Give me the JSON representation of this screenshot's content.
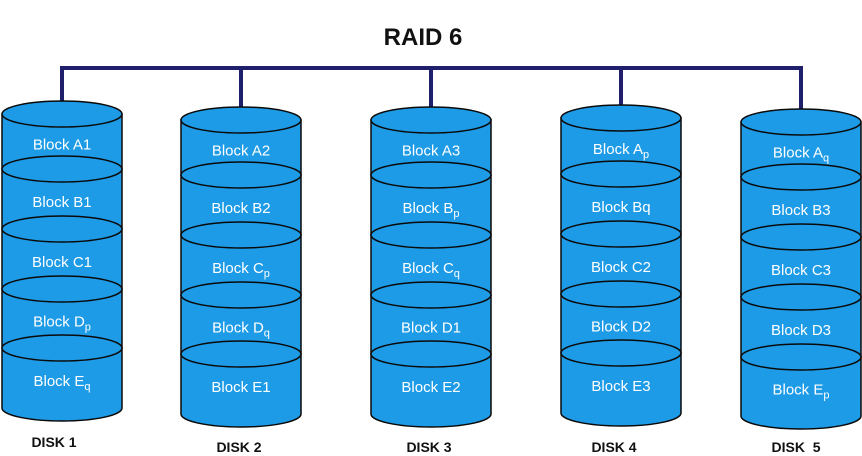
{
  "title": "RAID 6",
  "colors": {
    "cylinder_fill": "#1e9be6",
    "cylinder_stroke": "#0a0a0a",
    "bus": "#1f1f6b",
    "text": "#ffffff"
  },
  "disks": [
    {
      "label": "DISK 1",
      "blocks": [
        {
          "text": "Block A1",
          "sub": ""
        },
        {
          "text": "Block B1",
          "sub": ""
        },
        {
          "text": "Block C1",
          "sub": ""
        },
        {
          "text": "Block D",
          "sub": "p"
        },
        {
          "text": "Block E",
          "sub": "q"
        }
      ]
    },
    {
      "label": "DISK 2",
      "blocks": [
        {
          "text": "Block A2",
          "sub": ""
        },
        {
          "text": "Block B2",
          "sub": ""
        },
        {
          "text": "Block C",
          "sub": "p"
        },
        {
          "text": "Block D",
          "sub": "q"
        },
        {
          "text": "Block E1",
          "sub": ""
        }
      ]
    },
    {
      "label": "DISK 3",
      "blocks": [
        {
          "text": "Block A3",
          "sub": ""
        },
        {
          "text": "Block B",
          "sub": "p"
        },
        {
          "text": "Block C",
          "sub": "q"
        },
        {
          "text": "Block D1",
          "sub": ""
        },
        {
          "text": "Block E2",
          "sub": ""
        }
      ]
    },
    {
      "label": "DISK 4",
      "blocks": [
        {
          "text": "Block A",
          "sub": "p"
        },
        {
          "text": "Block Bq",
          "sub": ""
        },
        {
          "text": "Block C2",
          "sub": ""
        },
        {
          "text": "Block D2",
          "sub": ""
        },
        {
          "text": "Block E3",
          "sub": ""
        }
      ]
    },
    {
      "label": "DISK  5",
      "blocks": [
        {
          "text": "Block A",
          "sub": "q"
        },
        {
          "text": "Block B3",
          "sub": ""
        },
        {
          "text": "Block C3",
          "sub": ""
        },
        {
          "text": "Block D3",
          "sub": ""
        },
        {
          "text": "Block E",
          "sub": "p"
        }
      ]
    }
  ]
}
